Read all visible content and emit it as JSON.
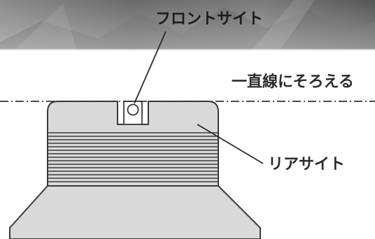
{
  "labels": {
    "front_sight": "フロントサイト",
    "align_line": "一直線にそろえる",
    "rear_sight": "リアサイト"
  },
  "colors": {
    "background_photo": "#6d6d6d",
    "sight_fill": "#d9d9d9",
    "outline": "#3a3a3a",
    "text": "#2b2b2b"
  }
}
